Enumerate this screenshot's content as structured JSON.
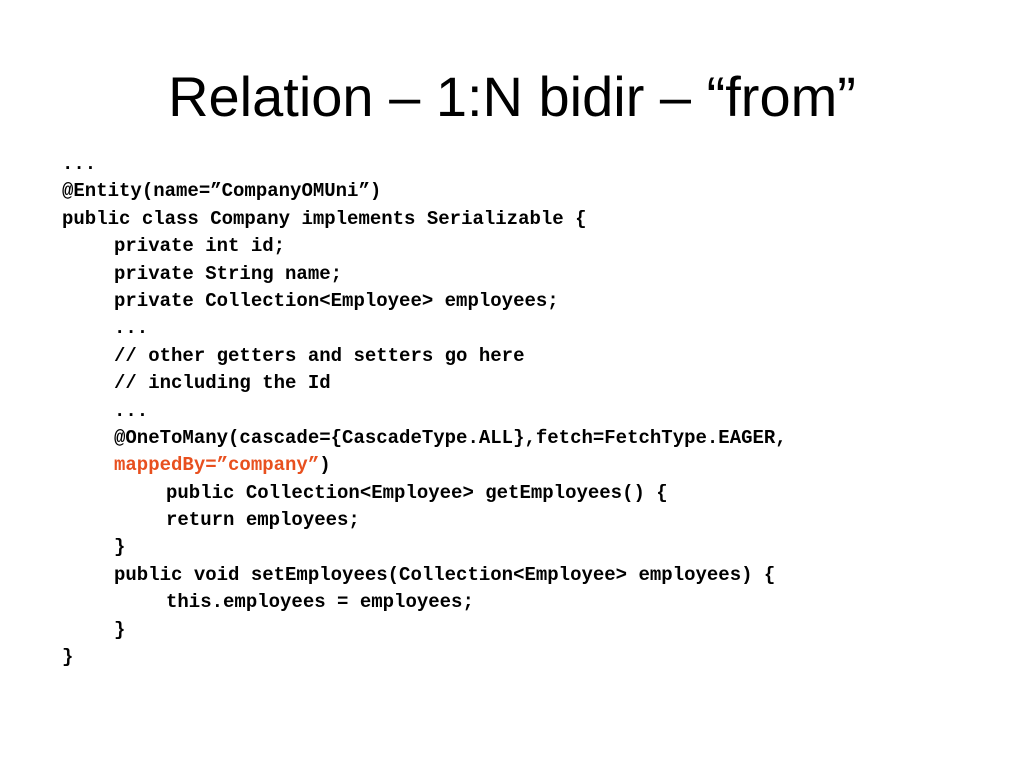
{
  "slide": {
    "title": "Relation – 1:N bidir – “from”",
    "highlight_color": "#e8501f",
    "code_lines": [
      {
        "indent": 0,
        "text": "...",
        "highlight": ""
      },
      {
        "indent": 0,
        "text": "@Entity(name=”CompanyOMUni”)",
        "highlight": ""
      },
      {
        "indent": 0,
        "text": "public class Company implements Serializable {",
        "highlight": ""
      },
      {
        "indent": 1,
        "text": "private int id;",
        "highlight": ""
      },
      {
        "indent": 1,
        "text": "private String name;",
        "highlight": ""
      },
      {
        "indent": 1,
        "text": "private Collection<Employee> employees;",
        "highlight": ""
      },
      {
        "indent": 1,
        "text": "...",
        "highlight": ""
      },
      {
        "indent": 1,
        "text": "// other getters and setters go here",
        "highlight": ""
      },
      {
        "indent": 1,
        "text": "// including the Id",
        "highlight": ""
      },
      {
        "indent": 1,
        "text": "...",
        "highlight": ""
      },
      {
        "indent": 1,
        "text": "@OneToMany(cascade={CascadeType.ALL},fetch=FetchType.EAGER,",
        "highlight": ""
      },
      {
        "indent": 1,
        "text": ")",
        "highlight": "mappedBy=”company”"
      },
      {
        "indent": 2,
        "text": "public Collection<Employee> getEmployees() {",
        "highlight": ""
      },
      {
        "indent": 2,
        "text": "return employees;",
        "highlight": ""
      },
      {
        "indent": 1,
        "text": "}",
        "highlight": ""
      },
      {
        "indent": 1,
        "text": "public void setEmployees(Collection<Employee> employees) {",
        "highlight": ""
      },
      {
        "indent": 2,
        "text": "this.employees = employees;",
        "highlight": ""
      },
      {
        "indent": 1,
        "text": "}",
        "highlight": ""
      },
      {
        "indent": 0,
        "text": "}",
        "highlight": ""
      }
    ]
  }
}
